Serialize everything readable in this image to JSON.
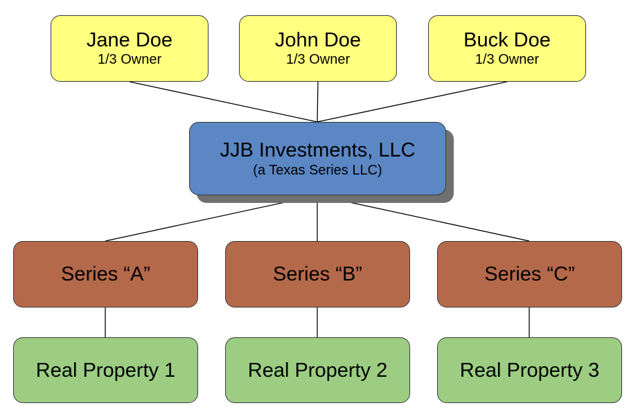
{
  "owners": [
    {
      "name": "Jane Doe",
      "role": "1/3 Owner"
    },
    {
      "name": "John Doe",
      "role": "1/3 Owner"
    },
    {
      "name": "Buck Doe",
      "role": "1/3 Owner"
    }
  ],
  "llc": {
    "name": "JJB Investments, LLC",
    "subtitle": "(a Texas Series LLC)"
  },
  "series": [
    {
      "label": "Series “A”"
    },
    {
      "label": "Series “B”"
    },
    {
      "label": "Series “C”"
    }
  ],
  "properties": [
    {
      "label": "Real Property 1"
    },
    {
      "label": "Real Property 2"
    },
    {
      "label": "Real Property 3"
    }
  ],
  "colors": {
    "owner_fill": "#ffff80",
    "llc_fill": "#5b87c4",
    "series_fill": "#b5694b",
    "property_fill": "#9ccd83",
    "line": "#000000"
  }
}
